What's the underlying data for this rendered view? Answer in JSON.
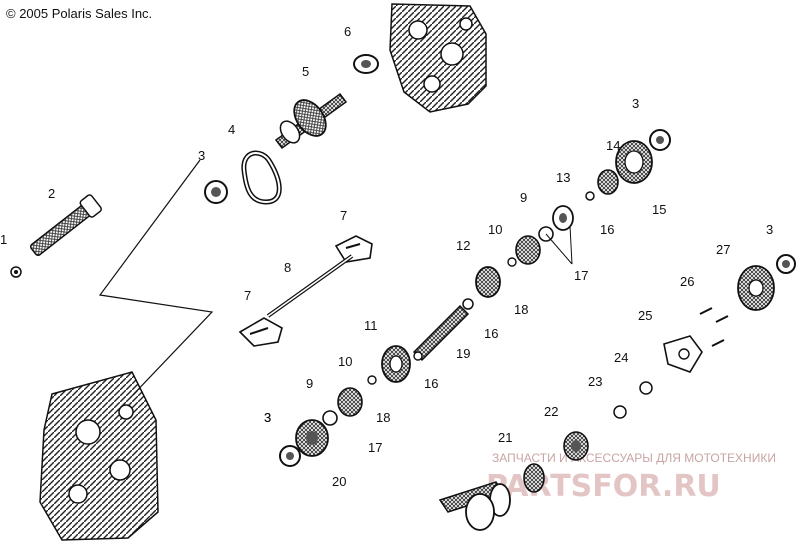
{
  "copyright": "© 2005 Polaris Sales Inc.",
  "watermark": {
    "line": "ЗАПЧАСТИ И АКСЕССУАРЫ ДЛЯ МОТОТЕХНИКИ",
    "logo": "PARTSFOR.RU",
    "color": "#e4c5c5"
  },
  "callouts": [
    "1",
    "2",
    "3",
    "4",
    "5",
    "6",
    "3",
    "7",
    "8",
    "7",
    "3",
    "14",
    "13",
    "9",
    "10",
    "12",
    "15",
    "16",
    "17",
    "18",
    "16",
    "19",
    "11",
    "10",
    "16",
    "9",
    "18",
    "17",
    "20",
    "3",
    "3",
    "27",
    "26",
    "25",
    "24",
    "23",
    "22",
    "21"
  ]
}
